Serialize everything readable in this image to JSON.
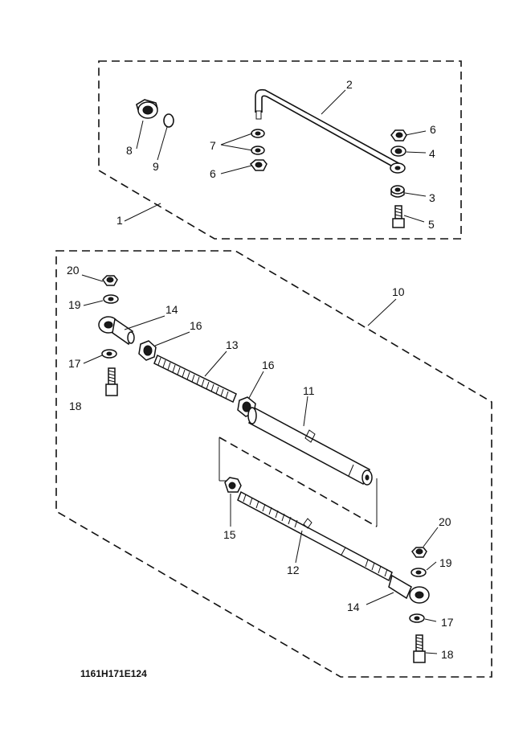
{
  "callouts": {
    "c1": "1",
    "c2": "2",
    "c3": "3",
    "c4": "4",
    "c5": "5",
    "c6a": "6",
    "c6b": "6",
    "c7": "7",
    "c8": "8",
    "c9": "9",
    "c10": "10",
    "c11": "11",
    "c12": "12",
    "c13": "13",
    "c14a": "14",
    "c14b": "14",
    "c15": "15",
    "c16a": "16",
    "c16b": "16",
    "c17a": "17",
    "c17b": "17",
    "c18a": "18",
    "c18b": "18",
    "c19a": "19",
    "c19b": "19",
    "c20a": "20",
    "c20b": "20"
  },
  "drawing_code": "1161H171E124"
}
